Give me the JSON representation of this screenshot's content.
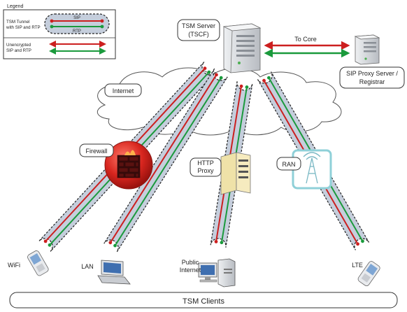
{
  "legend": {
    "title": "Legend",
    "tunnel_line1": "TSM Tunnel",
    "tunnel_line2": "with SIP and RTP",
    "sip_label": "SIP",
    "rtp_label": "RTP",
    "unenc_line1": "Unencrypted",
    "unenc_line2": "SIP and RTP"
  },
  "server": {
    "line1": "TSM Server",
    "line2": "(TSCF)"
  },
  "core": {
    "label": "To Core"
  },
  "proxy": {
    "line1": "SIP Proxy Server /",
    "line2": "Registrar"
  },
  "internet": {
    "label": "Internet"
  },
  "firewall": {
    "label": "Firewall"
  },
  "http_proxy": {
    "line1": "HTTP",
    "line2": "Proxy"
  },
  "ran": {
    "label": "RAN"
  },
  "clients": {
    "wifi": "WiFi",
    "lan": "LAN",
    "public_line1": "Public",
    "public_line2": "Internet",
    "lte": "LTE"
  },
  "footer": {
    "label": "TSM Clients"
  },
  "colors": {
    "sip": "#cc1f1f",
    "rtp": "#1a9a3c",
    "tunnel_fill": "#c5cedc",
    "firewall": "#d8261f",
    "ran_border": "#8fd0d8"
  }
}
